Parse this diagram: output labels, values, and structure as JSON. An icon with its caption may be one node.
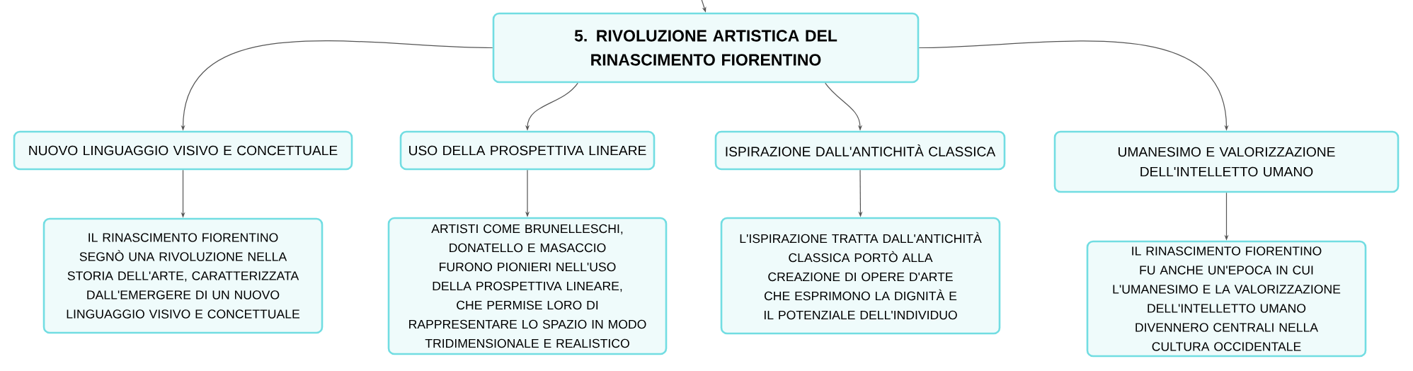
{
  "diagram": {
    "nodes": [
      {
        "text": [
          "5. RIVOLUZIONE ARTISTICA DEL RINASCIMENTO FIORENTINO"
        ]
      },
      {
        "text": [
          "NUOVO LINGUAGGIO VISIVO E CONCETTUALE"
        ]
      },
      {
        "text": [
          "USO DELLA PROSPETTIVA LINEARE"
        ]
      },
      {
        "text": [
          "ISPIRAZIONE DALL'ANTICHITÀ CLASSICA"
        ]
      },
      {
        "text": [
          "UMANESIMO E VALORIZZAZIONE DELL'INTELLETTO UMANO"
        ]
      },
      {
        "text": [
          "IL RINASCIMENTO FIORENTINO SEGNÒ UNA RIVOLUZIONE NELLA STORIA DELL'ARTE, CARATTERIZZATA DALL'EMERGERE DI UN NUOVO LINGUAGGIO VISIVO E CONCETTUALE"
        ]
      },
      {
        "text": [
          "ARTISTI COME BRUNELLESCHI, DONATELLO E MASACCIO FURONO PIONIERI NELL'USO DELLA PROSPETTIVA LINEARE, CHE PERMISE LORO DI RAPPRESENTARE LO SPAZIO IN MODO TRIDIMENSIONALE E REALISTICO"
        ]
      },
      {
        "text": [
          "L'ISPIRAZIONE TRATTA DALL'ANTICHITÀ CLASSICA PORTÒ ALLA CREAZIONE DI OPERE D'ARTE CHE ESPRIMONO LA DIGNITÀ E IL POTENZIALE DELL'INDIVIDUO"
        ]
      },
      {
        "text": [
          "IL RINASCIMENTO FIORENTINO FU ANCHE UN'EPOCA IN CUI L'UMANESIMO E LA VALORIZZAZIONE DELL'INTELLETTO UMANO DIVENNERO CENTRALI NELLA CULTURA OCCIDENTALE"
        ]
      }
    ],
    "edges": [
      {
        "from": null,
        "to": 0,
        "arrow": "to"
      },
      {
        "from": 0,
        "to": 1,
        "arrow": "to"
      },
      {
        "from": 0,
        "to": 2,
        "arrow": "to"
      },
      {
        "from": 0,
        "to": 3,
        "arrow": "to"
      },
      {
        "from": 0,
        "to": 4,
        "arrow": "to"
      },
      {
        "from": 1,
        "to": 5,
        "arrow": "to"
      },
      {
        "from": 2,
        "to": 6,
        "arrow": "to"
      },
      {
        "from": 3,
        "to": 7,
        "arrow": "to"
      },
      {
        "from": 4,
        "to": 8,
        "arrow": "to"
      }
    ]
  }
}
